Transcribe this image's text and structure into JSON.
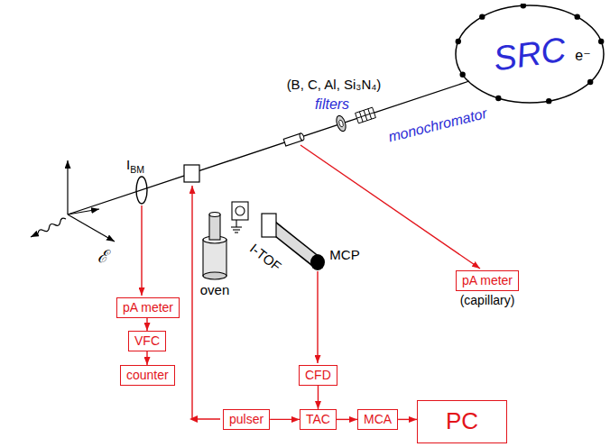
{
  "diagram": {
    "nodes": [
      {
        "text": [
          "SRC",
          "e⁻"
        ]
      },
      {
        "text": [
          "pA meter"
        ]
      },
      {
        "text": [
          "VFC"
        ]
      },
      {
        "text": [
          "counter"
        ]
      },
      {
        "text": [
          "pA meter",
          "(capillary)"
        ]
      },
      {
        "text": [
          "CFD"
        ]
      },
      {
        "text": [
          "pulser"
        ]
      },
      {
        "text": [
          "TAC"
        ]
      },
      {
        "text": [
          "MCA"
        ]
      },
      {
        "text": [
          "PC"
        ]
      }
    ],
    "edges": [
      {
        "from": 1,
        "to": 2,
        "arrow": "to"
      },
      {
        "from": 2,
        "to": 3,
        "arrow": "to"
      },
      {
        "from": 6,
        "to": 7,
        "arrow": "to"
      },
      {
        "from": 5,
        "to": 7,
        "arrow": "to"
      },
      {
        "from": 7,
        "to": 8,
        "arrow": "to"
      },
      {
        "from": 8,
        "to": 9,
        "arrow": "to"
      }
    ],
    "labels": [
      "(B, C, Al, Si₃N₄)",
      "filters",
      "monochromator",
      "IBM",
      "ℰ",
      "oven",
      "I-TOF",
      "MCP"
    ]
  }
}
